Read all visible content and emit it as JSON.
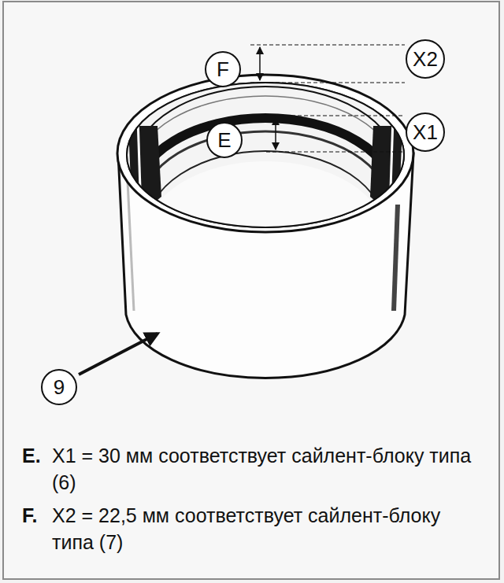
{
  "diagram": {
    "nodes": [
      {
        "text": [
          "F"
        ]
      },
      {
        "text": [
          "X2"
        ]
      },
      {
        "text": [
          "E"
        ]
      },
      {
        "text": [
          "X1"
        ]
      },
      {
        "text": [
          "9"
        ]
      }
    ],
    "labels": [
      "E.",
      "X1 = 30 мм соответствует сайлент-блоку типа (6)",
      "F.",
      "X2 = 22,5 мм соответствует сайлент-блоку типа (7)"
    ]
  }
}
